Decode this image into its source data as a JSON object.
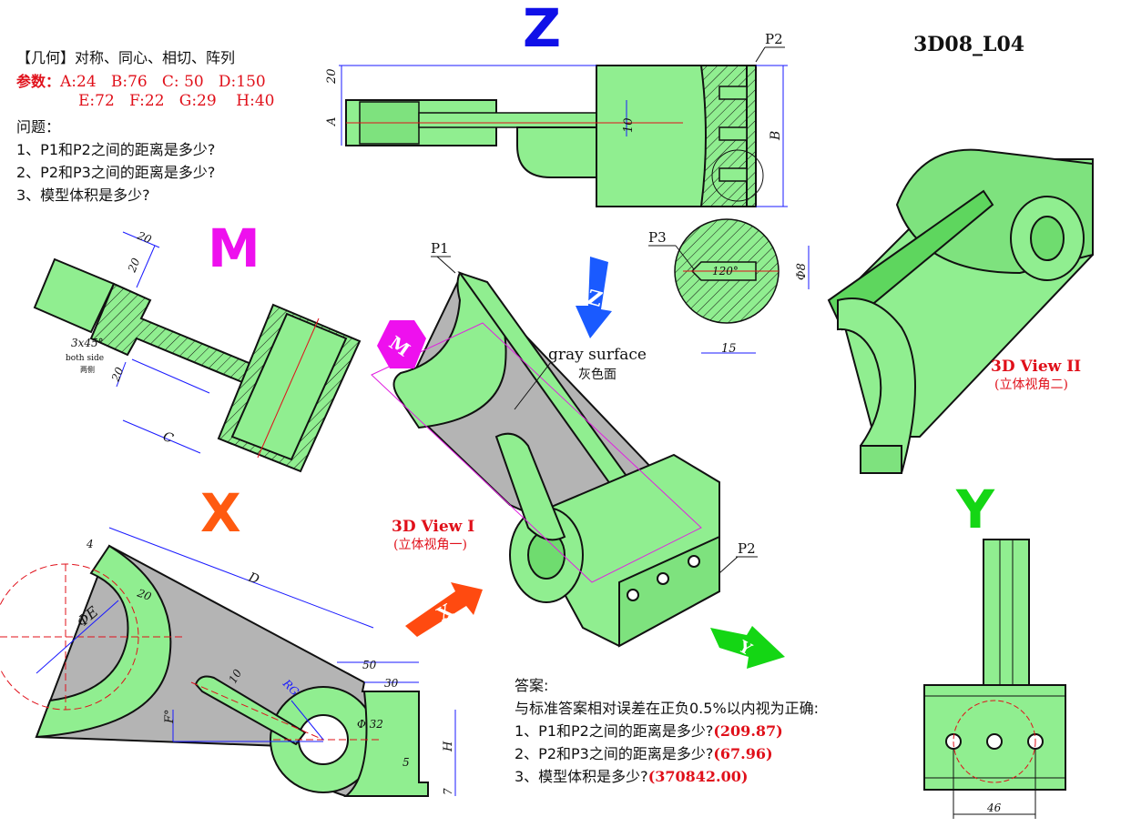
{
  "header": {
    "category": "【几何】对称、同心、相切、阵列",
    "params_label": "参数：",
    "params_row1": "A:24   B:76   C: 50   D:150",
    "params_row2": "E:72   F:22   G:29    H:40",
    "questions_label": "问题：",
    "questions": [
      "1、P1和P2之间的距离是多少?",
      "2、P2和P3之间的距离是多少?",
      "3、模型体积是多少?"
    ],
    "code": "3D08_L04"
  },
  "views": {
    "z": "Z",
    "m": "M",
    "x": "X",
    "y": "Y",
    "z_arrow": "Z",
    "m_arrow": "M",
    "x_arrow": "X",
    "y_arrow": "Y"
  },
  "labels": {
    "p1": "P1",
    "p2_top": "P2",
    "p2_3d": "P2",
    "p3": "P3",
    "gray_surface": "gray surface",
    "gray_surface_cn": "灰色面",
    "view1": "3D View I",
    "view1_cn": "(立体视角一)",
    "view2": "3D View II",
    "view2_cn": "(立体视角二)",
    "chamfer": "3x45°",
    "both_side": "both side",
    "both_side_cn": "两侧"
  },
  "dims": {
    "z_20": "20",
    "z_a": "A",
    "z_10": "10",
    "z_b": "B",
    "d_phi8": "Φ8",
    "d_120": "120°",
    "d_15": "15",
    "m_20a": "20",
    "m_20b": "20",
    "m_20c": "20",
    "m_c": "C",
    "x_4": "4",
    "x_d": "D",
    "x_20": "20",
    "x_e": "ΦE",
    "x_10": "10",
    "x_rg": "RG",
    "x_50": "50",
    "x_30": "30",
    "x_32": "Φ 32",
    "x_f": "F°",
    "x_5": "5",
    "x_h": "H",
    "x_7": "7",
    "y_46": "46"
  },
  "answers": {
    "label": "答案:",
    "rule": "与标准答案相对误差在正负0.5%以内视为正确:",
    "items": [
      {
        "q": "1、P1和P2之间的距离是多少?",
        "a": "(209.87)"
      },
      {
        "q": "2、P2和P3之间的距离是多少?",
        "a": "(67.96)"
      },
      {
        "q": "3、模型体积是多少?",
        "a": "(370842.00)"
      }
    ]
  },
  "colors": {
    "part_green": "#90ee90",
    "part_green_dark": "#5ed65e",
    "gray_face": "#b4b4b4",
    "dim_blue": "#1a1aff",
    "z_blue": "#1010e8",
    "m_magenta": "#ee10ee",
    "x_orange": "#ff5a10",
    "y_green": "#14d614",
    "red": "#e0101a"
  }
}
